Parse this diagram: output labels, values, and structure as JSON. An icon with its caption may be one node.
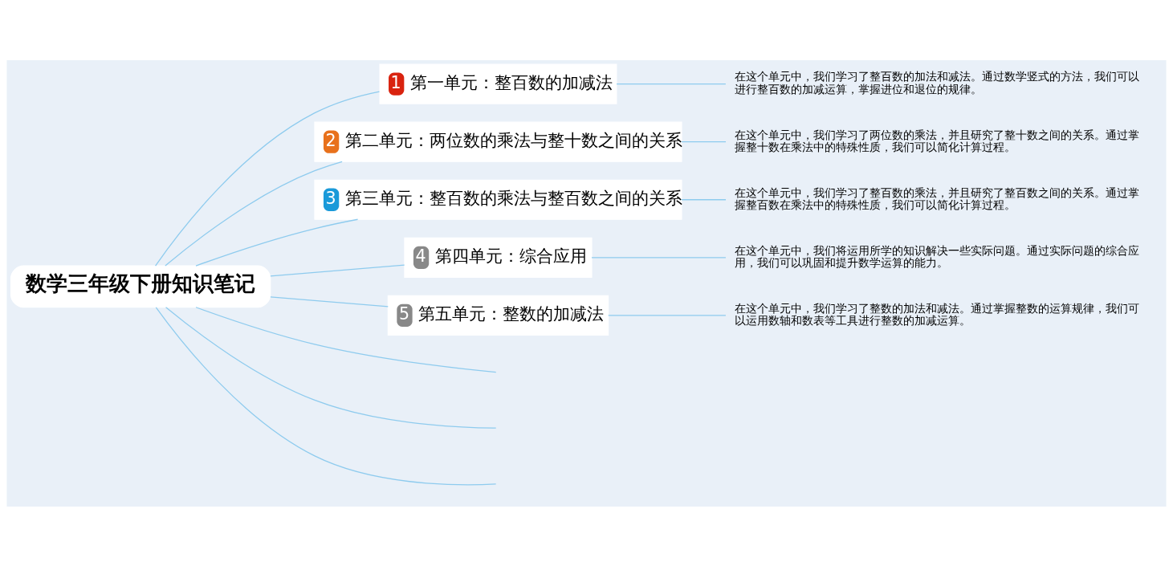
{
  "diagram": {
    "nodes": [
      {
        "text": [
          "数学三年级下册知识笔记"
        ]
      },
      {
        "text": [
          "1",
          "第一单元：整百数的加减法"
        ]
      },
      {
        "text": [
          "在这个单元中，我们学习了整百数的加法和减法。通过数学竖式的方法，我们可以进行整百数的加减运算，掌握进位和退位的规律。"
        ]
      },
      {
        "text": [
          "2",
          "第二单元：两位数的乘法与整十数之间的关系"
        ]
      },
      {
        "text": [
          "在这个单元中，我们学习了两位数的乘法，并且研究了整十数之间的关系。通过掌握整十数在乘法中的特殊性质，我们可以简化计算过程。"
        ]
      },
      {
        "text": [
          "3",
          "第三单元：整百数的乘法与整百数之间的关系"
        ]
      },
      {
        "text": [
          "在这个单元中，我们学习了整百数的乘法，并且研究了整百数之间的关系。通过掌握整百数在乘法中的特殊性质，我们可以简化计算过程。"
        ]
      },
      {
        "text": [
          "4",
          "第四单元：综合应用"
        ]
      },
      {
        "text": [
          "在这个单元中，我们将运用所学的知识解决一些实际问题。通过实际问题的综合应用，我们可以巩固和提升数学运算的能力。"
        ]
      },
      {
        "text": [
          "5",
          "第五单元：整数的加减法"
        ]
      },
      {
        "text": [
          "在这个单元中，我们学习了整数的加法和减法。通过掌握整数的运算规律，我们可以运用数轴和数表等工具进行整数的加减运算。"
        ]
      }
    ],
    "edges": [
      {
        "from": 0,
        "to": 1,
        "arrow": "none"
      },
      {
        "from": 1,
        "to": 2,
        "arrow": "none"
      },
      {
        "from": 0,
        "to": 3,
        "arrow": "none"
      },
      {
        "from": 3,
        "to": 4,
        "arrow": "none"
      },
      {
        "from": 0,
        "to": 5,
        "arrow": "none"
      },
      {
        "from": 5,
        "to": 6,
        "arrow": "none"
      },
      {
        "from": 0,
        "to": 7,
        "arrow": "none"
      },
      {
        "from": 7,
        "to": 8,
        "arrow": "none"
      },
      {
        "from": 0,
        "to": 9,
        "arrow": "none"
      },
      {
        "from": 9,
        "to": 10,
        "arrow": "none"
      },
      {
        "from": 0,
        "to": null,
        "arrow": "none"
      },
      {
        "from": 0,
        "to": null,
        "arrow": "none"
      },
      {
        "from": 0,
        "to": null,
        "arrow": "none"
      }
    ]
  }
}
